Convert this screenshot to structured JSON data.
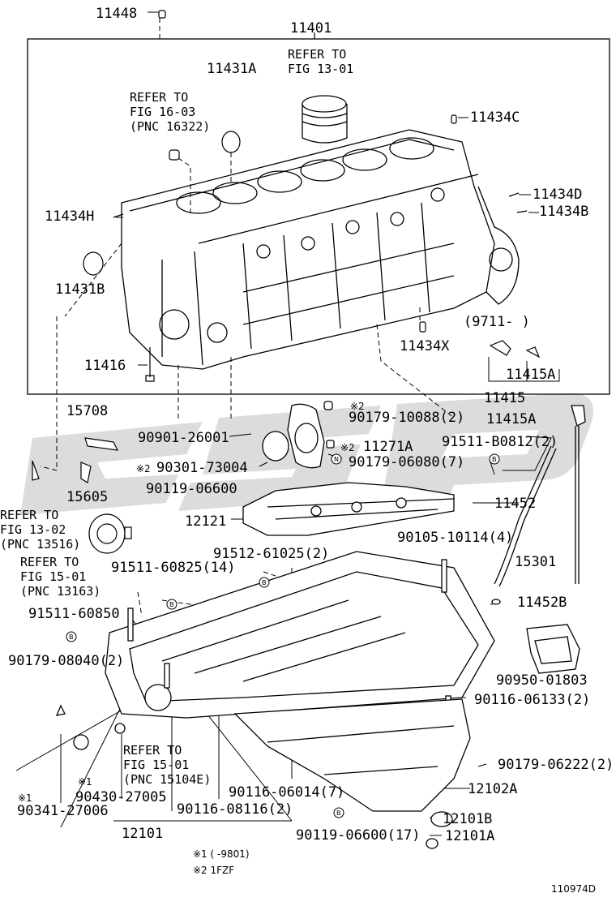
{
  "diagram": {
    "watermark": "GSP",
    "drawing_id": "110974D",
    "footnotes": [
      "※1 ( -9801)",
      "※2 1FZF"
    ],
    "callouts": [
      {
        "id": "c11448",
        "text": "11448"
      },
      {
        "id": "c11401",
        "text": "11401"
      },
      {
        "id": "c11431a",
        "text": "11431A"
      },
      {
        "id": "c11434c",
        "text": "11434C"
      },
      {
        "id": "c11434d",
        "text": "11434D"
      },
      {
        "id": "c11434b",
        "text": "11434B"
      },
      {
        "id": "c11434h",
        "text": "11434H"
      },
      {
        "id": "c11431b",
        "text": "11431B"
      },
      {
        "id": "c9711",
        "text": "(9711- )"
      },
      {
        "id": "c11434x",
        "text": "11434X"
      },
      {
        "id": "c11416",
        "text": "11416"
      },
      {
        "id": "c11415a1",
        "text": "11415A"
      },
      {
        "id": "c11415",
        "text": "11415"
      },
      {
        "id": "c15708",
        "text": "15708"
      },
      {
        "id": "c9017910088",
        "text": "90179-10088(2)"
      },
      {
        "id": "c11415a2",
        "text": "11415A"
      },
      {
        "id": "c9090126001",
        "text": "90901-26001"
      },
      {
        "id": "c11271a",
        "text": "11271A"
      },
      {
        "id": "c91511b0812",
        "text": "91511-B0812(2)"
      },
      {
        "id": "c9030173004",
        "text": "90301-73004"
      },
      {
        "id": "c9017906080",
        "text": "90179-06080(7)"
      },
      {
        "id": "c15605",
        "text": "15605"
      },
      {
        "id": "c9011906600a",
        "text": "90119-06600"
      },
      {
        "id": "c12121",
        "text": "12121"
      },
      {
        "id": "c11452",
        "text": "11452"
      },
      {
        "id": "c9010510114",
        "text": "90105-10114(4)"
      },
      {
        "id": "c9151261025",
        "text": "91512-61025(2)"
      },
      {
        "id": "c15301",
        "text": "15301"
      },
      {
        "id": "c9151160825",
        "text": "91511-60825(14)"
      },
      {
        "id": "c11452b",
        "text": "11452B"
      },
      {
        "id": "c9151160850",
        "text": "91511-60850"
      },
      {
        "id": "c9017908040",
        "text": "90179-08040(2)"
      },
      {
        "id": "c9095001803",
        "text": "90950-01803"
      },
      {
        "id": "c9011606133",
        "text": "90116-06133(2)"
      },
      {
        "id": "c9017906222",
        "text": "90179-06222(2)"
      },
      {
        "id": "c9043027005",
        "text": "90430-27005"
      },
      {
        "id": "c9034127006",
        "text": "90341-27006"
      },
      {
        "id": "c9011606014",
        "text": "90116-06014(7)"
      },
      {
        "id": "c12102a",
        "text": "12102A"
      },
      {
        "id": "c9011608116",
        "text": "90116-08116(2)"
      },
      {
        "id": "c12101b",
        "text": "12101B"
      },
      {
        "id": "c12101",
        "text": "12101"
      },
      {
        "id": "c9011906600b",
        "text": "90119-06600(17)"
      },
      {
        "id": "c12101a",
        "text": "12101A"
      }
    ],
    "marks": [
      {
        "id": "m1",
        "text": "※2"
      },
      {
        "id": "m2",
        "text": "※2"
      },
      {
        "id": "m3",
        "text": "※2"
      },
      {
        "id": "m4",
        "text": "※1"
      },
      {
        "id": "m5",
        "text": "※1"
      }
    ],
    "refs": [
      {
        "id": "r1301",
        "lines": [
          "REFER TO",
          "FIG 13-01"
        ]
      },
      {
        "id": "r1603",
        "lines": [
          "REFER TO",
          "FIG 16-03",
          "(PNC 16322)"
        ]
      },
      {
        "id": "r1302",
        "lines": [
          "REFER TO",
          "FIG 13-02",
          "(PNC 13516)"
        ]
      },
      {
        "id": "r1501a",
        "lines": [
          "REFER TO",
          "FIG 15-01",
          "(PNC 13163)"
        ]
      },
      {
        "id": "r1501b",
        "lines": [
          "REFER TO",
          "FIG 15-01",
          "(PNC 15104E)"
        ]
      }
    ]
  }
}
